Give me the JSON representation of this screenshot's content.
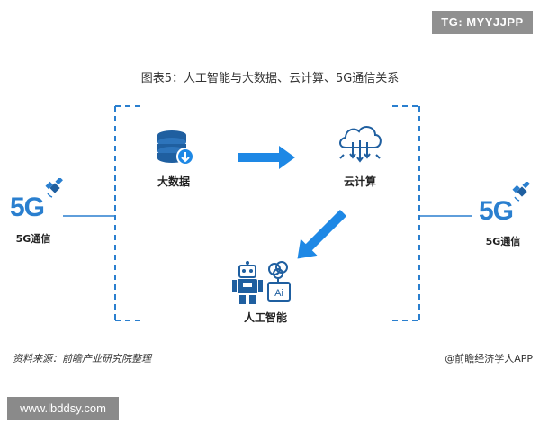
{
  "watermark_tag": "TG: MYYJJPP",
  "diagram": {
    "title": "图表5：人工智能与大数据、云计算、5G通信关系",
    "nodes": {
      "big_data": "大数据",
      "cloud": "云计算",
      "ai": "人工智能",
      "left_5g_big": "5G",
      "left_5g_label": "5G通信",
      "right_5g_big": "5G",
      "right_5g_label": "5G通信",
      "ai_chip_text": "Ai"
    }
  },
  "footer": {
    "source": "资料来源：前瞻产业研究院整理",
    "brand": "@前瞻经济学人APP"
  },
  "url_badge": "www.lbddsy.com",
  "colors": {
    "accent": "#2a7fcf",
    "arrow": "#1e88e5",
    "icon_dark": "#1f5fa0"
  }
}
